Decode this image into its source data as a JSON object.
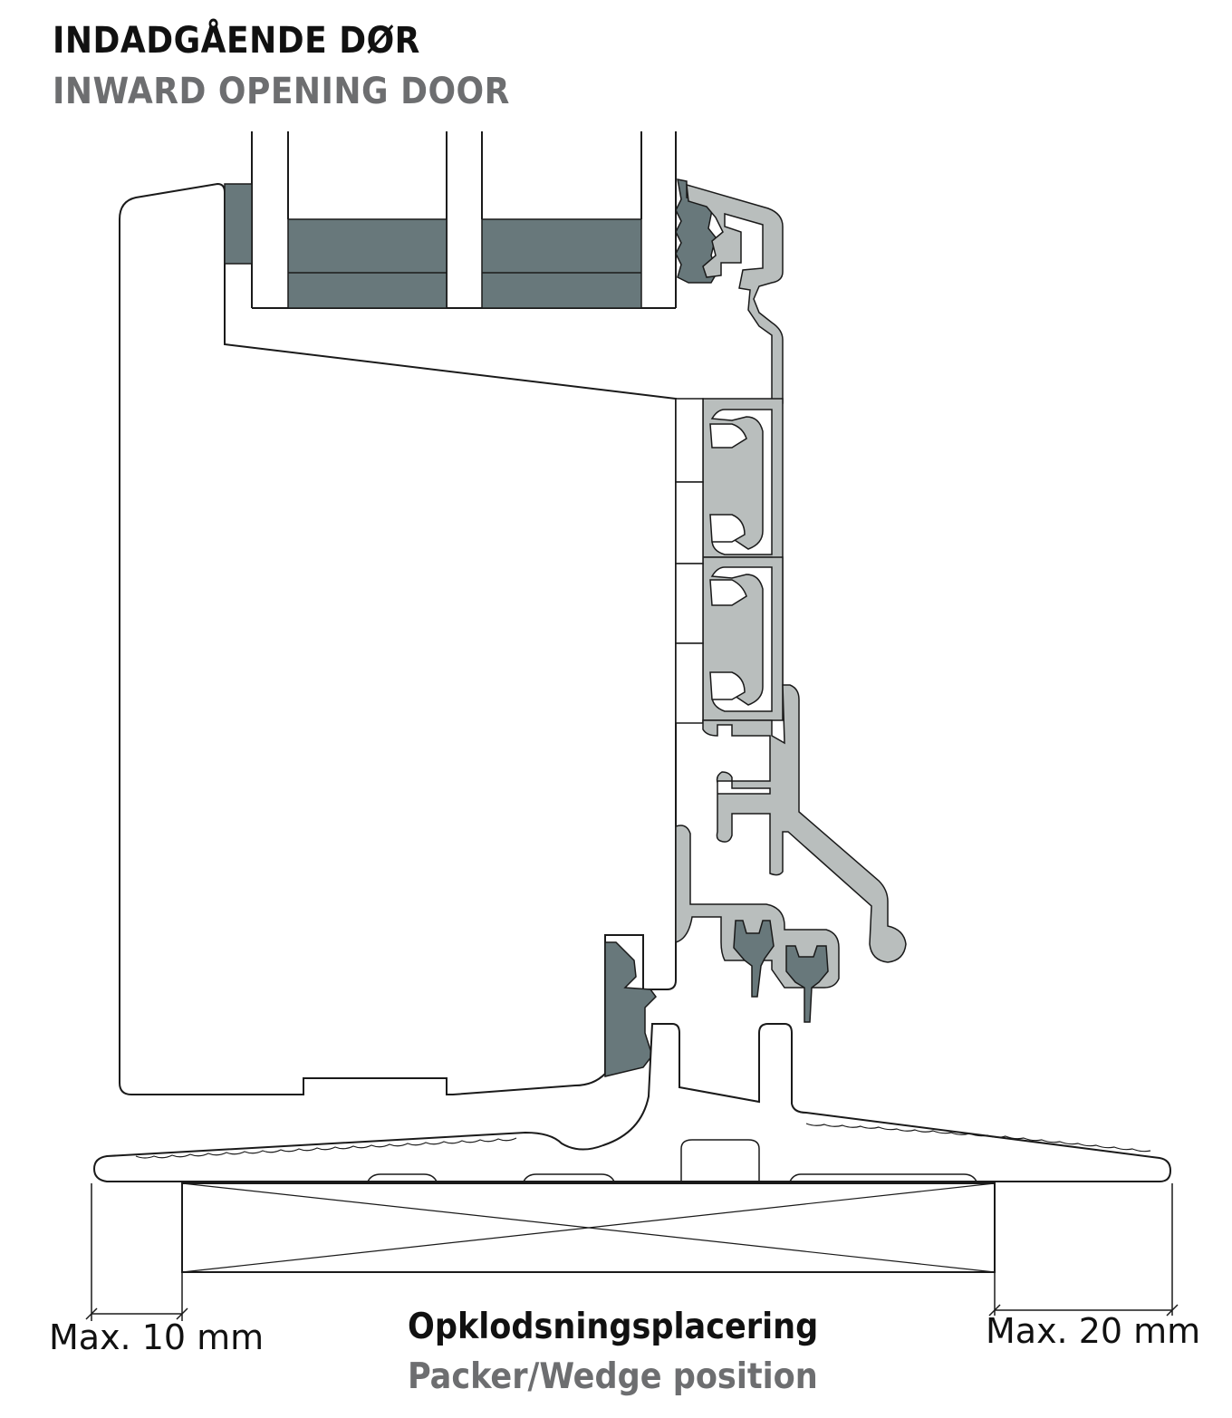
{
  "title": {
    "danish": "INDADGÅENDE DØR",
    "english": "INWARD OPENING DOOR"
  },
  "caption": {
    "danish": "Opklodsningsplacering",
    "english": "Packer/Wedge position"
  },
  "dimensions": {
    "left": "Max. 10 mm",
    "right": "Max. 20 mm"
  },
  "colors": {
    "line": "#1a1a1a",
    "glass_spacer": "#68787b",
    "gasket": "#68787b",
    "aluminium": "#b9bebd",
    "title_secondary": "#6d6e70"
  }
}
